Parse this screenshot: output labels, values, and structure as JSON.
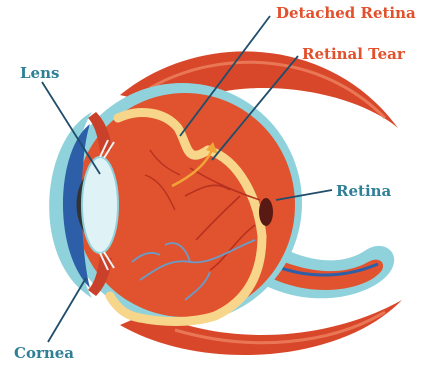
{
  "labels": {
    "detached_retina": "Detached Retina",
    "retinal_tear": "Retinal Tear",
    "lens": "Lens",
    "retina": "Retina",
    "cornea": "Cornea"
  },
  "colors": {
    "accent_red": "#e2502c",
    "accent_teal": "#2f7f96",
    "leader_line": "#1f4d6b",
    "muscle": "#d9472a",
    "eye_wall": "#8fd2dc",
    "eyeball_interior": "#e0532e",
    "retina_layer": "#f7d68c",
    "cornea_blue": "#2c5fa8",
    "lens_fill": "#dff2f6",
    "vessel_red": "#b83020",
    "vessel_blue": "#6a9cc8",
    "tear_arrow": "#f1a437"
  }
}
